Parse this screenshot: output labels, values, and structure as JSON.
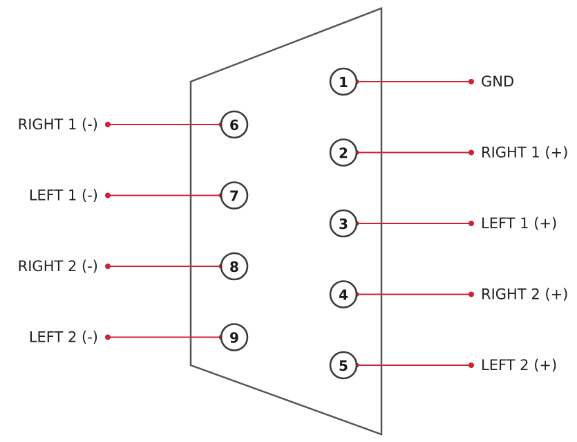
{
  "colors": {
    "wire": "#cc2233",
    "outline": "#555555",
    "text": "#222222"
  },
  "connector": {
    "shape": "trapezoid-d-sub",
    "pins": [
      {
        "number": "1",
        "label": "GND",
        "side": "right"
      },
      {
        "number": "2",
        "label": "RIGHT 1 (+)",
        "side": "right"
      },
      {
        "number": "3",
        "label": "LEFT 1 (+)",
        "side": "right"
      },
      {
        "number": "4",
        "label": "RIGHT 2 (+)",
        "side": "right"
      },
      {
        "number": "5",
        "label": "LEFT 2 (+)",
        "side": "right"
      },
      {
        "number": "6",
        "label": "RIGHT 1 (-)",
        "side": "left"
      },
      {
        "number": "7",
        "label": "LEFT 1 (-)",
        "side": "left"
      },
      {
        "number": "8",
        "label": "RIGHT 2 (-)",
        "side": "left"
      },
      {
        "number": "9",
        "label": "LEFT 2 (-)",
        "side": "left"
      }
    ]
  }
}
